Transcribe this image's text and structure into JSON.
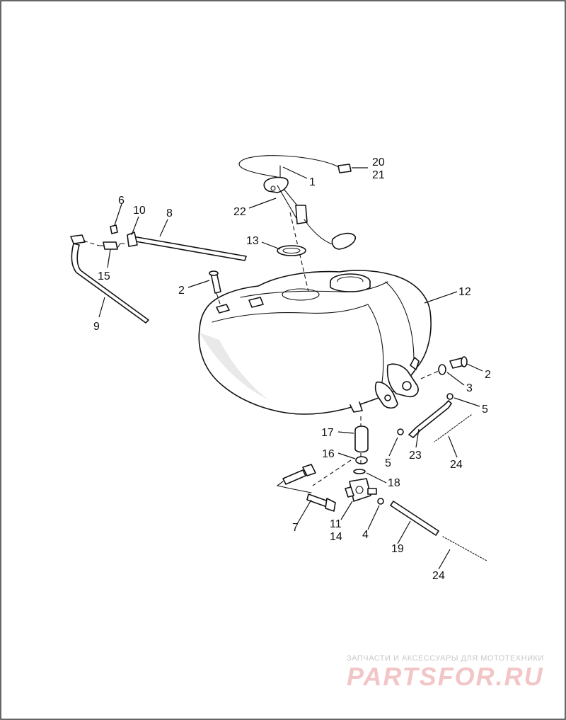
{
  "callouts": [
    {
      "id": "c1",
      "text": "1"
    },
    {
      "id": "c20",
      "text": "20"
    },
    {
      "id": "c21",
      "text": "21"
    },
    {
      "id": "c22",
      "text": "22"
    },
    {
      "id": "c6",
      "text": "6"
    },
    {
      "id": "c10",
      "text": "10"
    },
    {
      "id": "c8",
      "text": "8"
    },
    {
      "id": "c15",
      "text": "15"
    },
    {
      "id": "c9",
      "text": "9"
    },
    {
      "id": "c13",
      "text": "13"
    },
    {
      "id": "c2a",
      "text": "2"
    },
    {
      "id": "c12",
      "text": "12"
    },
    {
      "id": "c2b",
      "text": "2"
    },
    {
      "id": "c3",
      "text": "3"
    },
    {
      "id": "c5a",
      "text": "5"
    },
    {
      "id": "c17",
      "text": "17"
    },
    {
      "id": "c5b",
      "text": "5"
    },
    {
      "id": "c23",
      "text": "23"
    },
    {
      "id": "c24a",
      "text": "24"
    },
    {
      "id": "c16",
      "text": "16"
    },
    {
      "id": "c18",
      "text": "18"
    },
    {
      "id": "c7",
      "text": "7"
    },
    {
      "id": "c11",
      "text": "11"
    },
    {
      "id": "c14",
      "text": "14"
    },
    {
      "id": "c4",
      "text": "4"
    },
    {
      "id": "c19",
      "text": "19"
    },
    {
      "id": "c24b",
      "text": "24"
    }
  ],
  "watermark": {
    "tagline": "ЗАПЧАСТИ И АКСЕССУАРЫ ДЛЯ МОТОТЕХНИКИ",
    "brand": "PARTSFOR.RU"
  },
  "colors": {
    "line": "#111111",
    "frame": "#333333",
    "watermark_text": "#c8c8c8",
    "watermark_logo": "#f2c6c6"
  }
}
